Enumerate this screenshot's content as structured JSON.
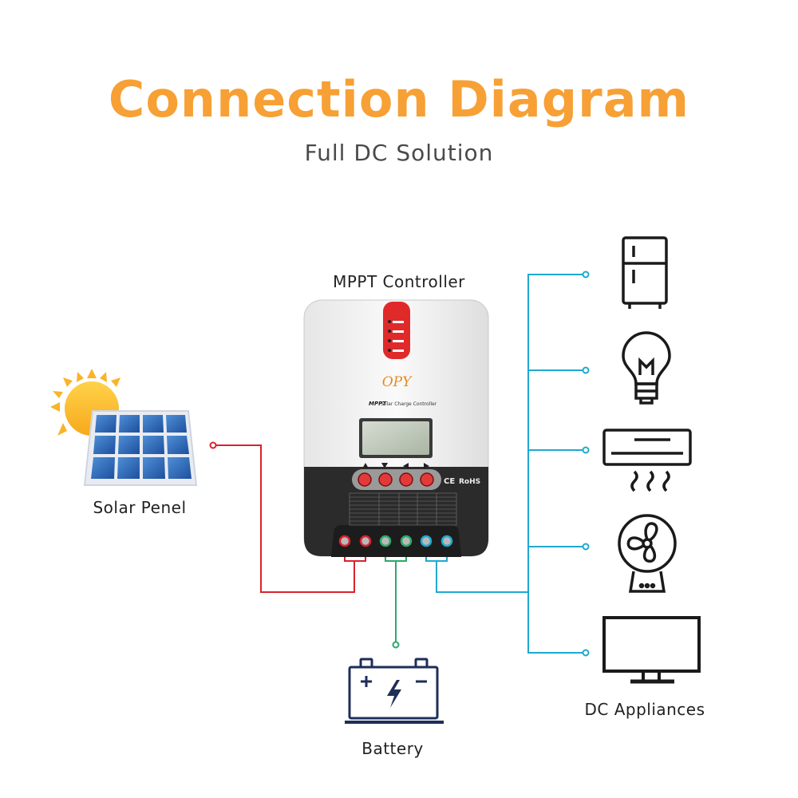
{
  "title": "Connection Diagram",
  "subtitle": "Full DC Solution",
  "labels": {
    "controller": "MPPT Controller",
    "solar": "Solar Penel",
    "battery": "Battery",
    "appliances": "DC Appliances"
  },
  "controller": {
    "brand": "OPY",
    "model_prefix": "MPPT",
    "model_name": "Solar Charge Controller",
    "cert_ce": "CE",
    "cert_rohs": "RoHS"
  },
  "appliances": [
    {
      "name": "refrigerator-icon"
    },
    {
      "name": "light-bulb-icon"
    },
    {
      "name": "air-conditioner-icon"
    },
    {
      "name": "fan-icon"
    },
    {
      "name": "tv-monitor-icon"
    }
  ],
  "colors": {
    "title": "#f7a035",
    "solar_wire": "#d9232d",
    "battery_wire": "#2fa86a",
    "load_wire": "#1fa9cf",
    "icon_dark": "#1a1a1a",
    "battery_icon": "#1f2d5a"
  }
}
